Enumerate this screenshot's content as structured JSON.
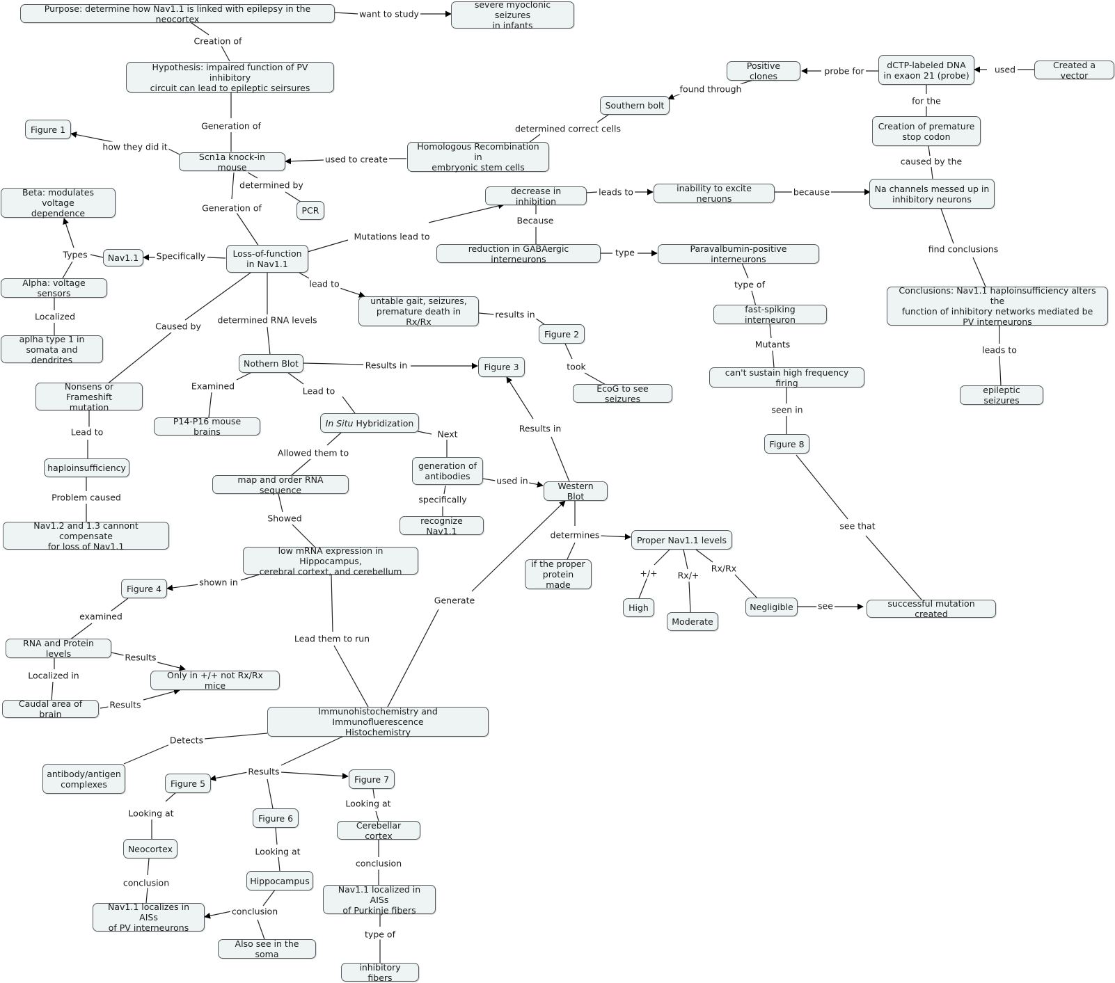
{
  "nodes": {
    "purpose": "Purpose: determine how Nav1.1 is linked with epilepsy in the neocortex",
    "severe": "severe myoclonic seizures\nin infants",
    "hypothesis": "Hypothesis: impaired function of PV inhibitory\ncircuit can lead to epileptic seirsures",
    "figure1": "Figure 1",
    "scn1a": "Scn1a knock-in mouse",
    "homologous": "Homologous Recombination in\nembryonic stem cells",
    "southern": "Southern bolt",
    "positive": "Positive clones",
    "dctp": "dCTP-labeled DNA\nin exaon 21 (probe)",
    "vector": "Created a vector",
    "premature": "Creation of premature\nstop codon",
    "nachannels": "Na channels messed up in\ninhibitory neurons",
    "pcr": "PCR",
    "beta": "Beta: modulates voltage\ndependence",
    "nav11": "Nav1.1",
    "lof": "Loss-of-function\nin Nav1.1",
    "decrease": "decrease in inhibition",
    "inability": "inability to excite neruons",
    "reduction": "reduction in GABAergic interneurons",
    "paravalbumin": "Paravalbumin-positive interneurons",
    "alpha": "Alpha: voltage sensors",
    "aplha1": "aplha type 1 in\nsomata and dendrites",
    "conclusions": "Conclusions: Nav1.1 haploinsufficiency alters the\nfunction of inhibitory networks mediated be\nPV interneurons",
    "untable": "untable gait, seizures,\npremature death in Rx/Rx",
    "figure2": "Figure 2",
    "fastspiking": "fast-spiking interneuron",
    "nothern": "Nothern Blot",
    "figure3": "Figure 3",
    "ecog": "EcoG to see seizures",
    "cantsustain": "can't sustain high frequency firing",
    "epileptic": "epileptic seizures",
    "nonsens": "Nonsens or Frameshift\nmutation",
    "p14": "P14-P16 mouse brains",
    "insitu_em": "In Situ",
    "insitu_rest": " Hybridization",
    "figure8": "Figure 8",
    "haplo": "haploinsufficiency",
    "genab": "generation of\nantibodies",
    "maprna": "map and order RNA sequence",
    "western": "Western Blot",
    "recognize": "recognize Nav1.1",
    "nav12": "Nav1.2 and 1.3 cannont compensate\nfor loss of Nav1.1",
    "proper": "Proper Nav1.1 levels",
    "lowmrna": "low mRNA expression in Hippocampus,\ncerebral cortext, and cerebellum",
    "ifproper": "if the proper\nprotein made",
    "figure4": "Figure 4",
    "high": "High",
    "negligible": "Negligible",
    "successful": "successful mutation created",
    "moderate": "Moderate",
    "rnaprotein": "RNA and Protein levels",
    "onlyin": "Only in +/+ not Rx/Rx mice",
    "caudal": "Caudal area of brain",
    "immuno": "Immunohistochemistry and Immunofluerescence\nHistochemistry",
    "antibody": "antibody/antigen\ncomplexes",
    "figure5": "Figure 5",
    "figure7": "Figure 7",
    "figure6": "Figure 6",
    "cerebellar": "Cerebellar cortex",
    "neocortex": "Neocortex",
    "hippocampus": "Hippocampus",
    "nav11aiss": "Nav1.1 localized in AISs\nof Purkinje fibers",
    "nav11pv": "Nav1.1 localizes in AISs\nof PV interneurons",
    "alsosoma": "Also see in the soma",
    "inhibitory": "inhibitory fibers"
  },
  "labels": {
    "want_to_study": "want to study",
    "creation_of": "Creation of",
    "probe_for": "probe for",
    "used": "used",
    "found_through": "found through",
    "for_the": "for the",
    "generation_of_1": "Generation of",
    "determined_correct": "determined correct cells",
    "how_they_did": "how they did it",
    "used_to_create": "used to create",
    "caused_by_the": "caused by the",
    "determined_by": "determined by",
    "leads_to_1": "leads to",
    "because": "because",
    "generation_of_2": "Generation of",
    "because_cap": "Because",
    "mutations_lead": "Mutations lead to",
    "types": "Types",
    "specifically_1": "Specifically",
    "find_conclusions": "find conclusions",
    "type": "type",
    "lead_to_1": "lead to",
    "type_of_1": "type of",
    "localized": "Localized",
    "results_in_1": "results in",
    "caused_by": "Caused by",
    "determined_rna": "determined RNA levels",
    "mutants": "Mutants",
    "leads_to_2": "leads to",
    "results_in_2": "Results in",
    "took": "took",
    "examined_1": "Examined",
    "lead_to_2": "Lead to",
    "seen_in": "seen in",
    "lead_to_3": "Lead to",
    "results_in_3": "Results in",
    "next": "Next",
    "allowed": "Allowed them to",
    "used_in": "used in",
    "problem_caused": "Problem caused",
    "specifically_2": "specifically",
    "showed": "Showed",
    "see_that": "see that",
    "determines": "determines",
    "shown_in": "shown in",
    "plusplus": "+/+",
    "rxplus": "Rx/+",
    "rxrx": "Rx/Rx",
    "generate": "Generate",
    "examined_2": "examined",
    "see": "see",
    "results_1": "Results",
    "lead_them": "Lead them to run",
    "localized_in": "Localized in",
    "results_2": "Results",
    "detects": "Detects",
    "results_3": "Results",
    "looking_at_1": "Looking at",
    "looking_at_2": "Looking at",
    "looking_at_3": "Looking at",
    "conclusion_1": "conclusion",
    "conclusion_2": "conclusion",
    "conclusion_3": "conclusion",
    "type_of_2": "type of"
  }
}
